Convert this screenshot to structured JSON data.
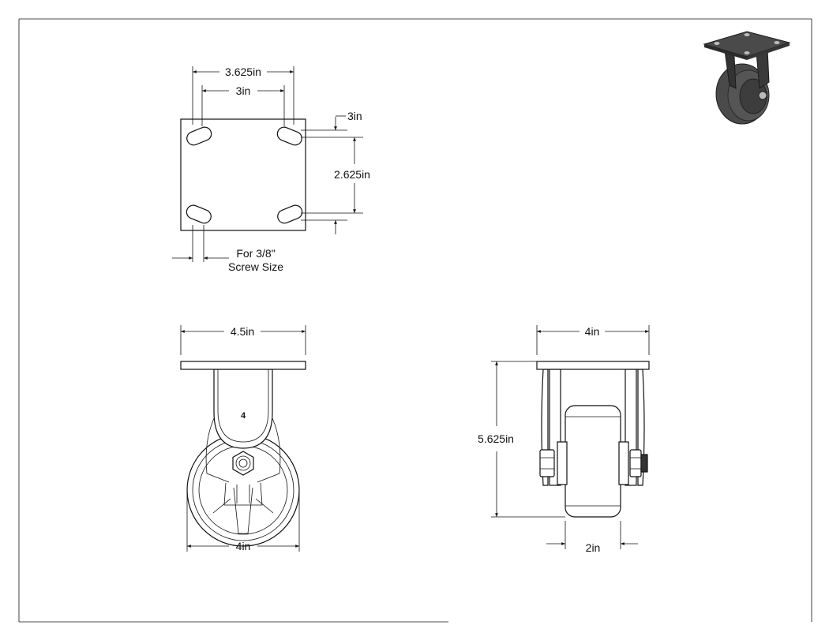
{
  "top_view": {
    "bolt_spacing_outer": "3.625in",
    "bolt_spacing_inner": "3in",
    "plate_offset": "3in",
    "bolt_spacing_vertical": "2.625in",
    "screw_note_line1": "For 3/8\"",
    "screw_note_line2": "Screw Size"
  },
  "front_view": {
    "plate_width": "4.5in",
    "wheel_diameter": "4in",
    "wheel_marking": "4"
  },
  "side_view": {
    "plate_depth": "4in",
    "overall_height": "5.625in",
    "wheel_width": "2in"
  },
  "colors": {
    "line": "#111111",
    "iso_body": "#4a4a4a",
    "iso_dark": "#2b2b2b"
  }
}
